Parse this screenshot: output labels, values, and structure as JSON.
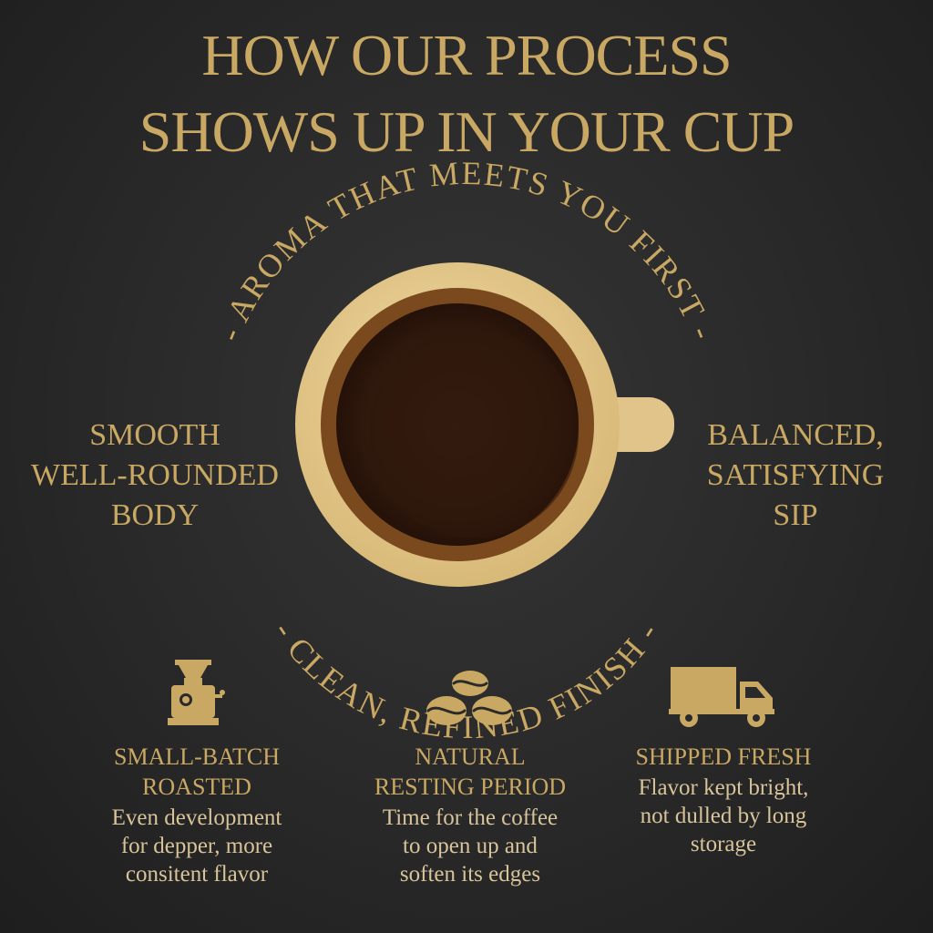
{
  "title": {
    "line1": "HOW OUR PROCESS",
    "line2": "SHOWS UP IN YOUR CUP"
  },
  "arc": {
    "top": "- AROMA THAT MEETS YOU FIRST -",
    "bottom": "- CLEAN, REFINED FINISH -"
  },
  "left_label": {
    "line1": "SMOOTH",
    "line2": "WELL-ROUNDED",
    "line3": "BODY"
  },
  "right_label": {
    "line1": "BALANCED,",
    "line2": "SATISFYING",
    "line3": "SIP"
  },
  "features": [
    {
      "icon": "coffee-roaster-icon",
      "heading_line1": "SMALL-BATCH",
      "heading_line2": "ROASTED",
      "desc_line1": "Even development",
      "desc_line2": "for depper, more",
      "desc_line3": "consitent flavor"
    },
    {
      "icon": "coffee-beans-icon",
      "heading_line1": "NATURAL",
      "heading_line2": "RESTING PERIOD",
      "desc_line1": "Time for the coffee",
      "desc_line2": "to open up and",
      "desc_line3": "soften its edges"
    },
    {
      "icon": "delivery-truck-icon",
      "heading_line1": "SHIPPED FRESH",
      "heading_line2": "",
      "desc_line1": "Flavor kept bright,",
      "desc_line2": "not dulled by long",
      "desc_line3": "storage"
    }
  ],
  "colors": {
    "background": "#2a2a2a",
    "gold": "#c9a864",
    "cup": "#e2c88c",
    "coffee": "#3a1f10",
    "crema": "#7a4a1e"
  }
}
